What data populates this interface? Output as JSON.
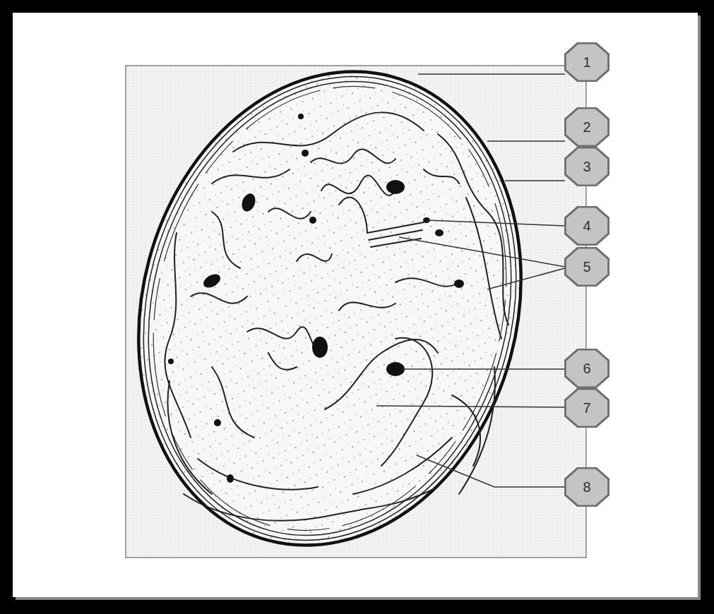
{
  "diagram": {
    "nodes": [
      {
        "text": [
          "1"
        ]
      },
      {
        "text": [
          "2"
        ]
      },
      {
        "text": [
          "3"
        ]
      },
      {
        "text": [
          "4"
        ]
      },
      {
        "text": [
          "5"
        ]
      },
      {
        "text": [
          "6"
        ]
      },
      {
        "text": [
          "7"
        ]
      },
      {
        "text": [
          "8"
        ]
      }
    ]
  }
}
